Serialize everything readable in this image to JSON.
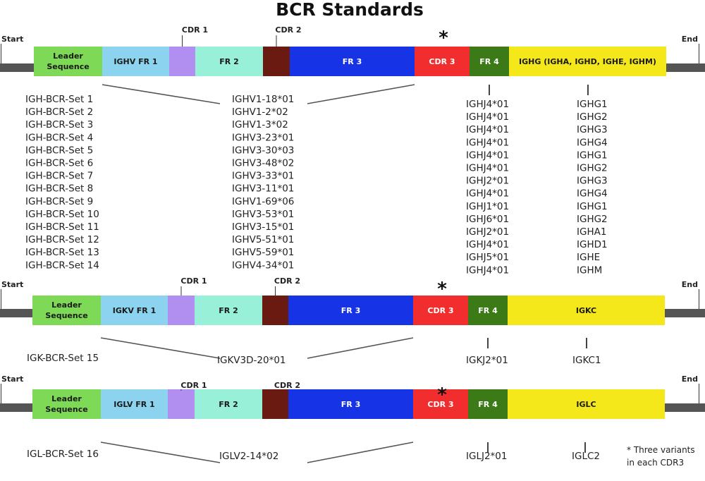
{
  "title": "BCR Standards",
  "start_label": "Start",
  "end_label": "End",
  "cdr1_label": "CDR 1",
  "cdr2_label": "CDR 2",
  "asterisk": "*",
  "footnote": [
    "* Three variants",
    "in each CDR3"
  ],
  "colors": {
    "leader": "#7ed957",
    "fr1": "#8cd3f0",
    "cdr1": "#b08ff0",
    "fr2": "#98f0d8",
    "cdr2": "#6b1a12",
    "fr3": "#1733e6",
    "cdr3": "#f22d2d",
    "fr4": "#3b7a17",
    "constant": "#f5e81a",
    "line": "#555555"
  },
  "constructs": [
    {
      "segments": {
        "leader": "Leader Sequence",
        "fr1": "IGHV FR 1",
        "fr2": "FR 2",
        "fr3": "FR 3",
        "cdr3": "CDR 3",
        "fr4": "FR 4",
        "constant": "IGHG (IGHA, IGHD, IGHE, IGHM)"
      },
      "sets": [
        "IGH-BCR-Set 1",
        "IGH-BCR-Set 2",
        "IGH-BCR-Set 3",
        "IGH-BCR-Set 4",
        "IGH-BCR-Set 5",
        "IGH-BCR-Set 6",
        "IGH-BCR-Set 7",
        "IGH-BCR-Set 8",
        "IGH-BCR-Set 9",
        "IGH-BCR-Set 10",
        "IGH-BCR-Set 11",
        "IGH-BCR-Set 12",
        "IGH-BCR-Set 13",
        "IGH-BCR-Set 14"
      ],
      "v_genes": [
        "IGHV1-18*01",
        "IGHV1-2*02",
        "IGHV1-3*02",
        "IGHV3-23*01",
        "IGHV3-30*03",
        "IGHV3-48*02",
        "IGHV3-33*01",
        "IGHV3-11*01",
        "IGHV1-69*06",
        "IGHV3-53*01",
        "IGHV3-15*01",
        "IGHV5-51*01",
        "IGHV5-59*01",
        "IGHV4-34*01"
      ],
      "j_genes": [
        "IGHJ4*01",
        "IGHJ4*01",
        "IGHJ4*01",
        "IGHJ4*01",
        "IGHJ4*01",
        "IGHJ4*01",
        "IGHJ2*01",
        "IGHJ4*01",
        "IGHJ1*01",
        "IGHJ6*01",
        "IGHJ2*01",
        "IGHJ4*01",
        "IGHJ5*01",
        "IGHJ4*01"
      ],
      "c_genes": [
        "IGHG1",
        "IGHG2",
        "IGHG3",
        "IGHG4",
        "IGHG1",
        "IGHG2",
        "IGHG3",
        "IGHG4",
        "IGHG1",
        "IGHG2",
        "IGHA1",
        "IGHD1",
        "IGHE",
        "IGHM"
      ]
    },
    {
      "segments": {
        "leader": "Leader Sequence",
        "fr1": "IGKV FR 1",
        "fr2": "FR 2",
        "fr3": "FR 3",
        "cdr3": "CDR 3",
        "fr4": "FR 4",
        "constant": "IGKC"
      },
      "sets": [
        "IGK-BCR-Set 15"
      ],
      "v_genes": [
        "IGKV3D-20*01"
      ],
      "j_genes": [
        "IGKJ2*01"
      ],
      "c_genes": [
        "IGKC1"
      ]
    },
    {
      "segments": {
        "leader": "Leader Sequence",
        "fr1": "IGLV FR 1",
        "fr2": "FR 2",
        "fr3": "FR 3",
        "cdr3": "CDR 3",
        "fr4": "FR 4",
        "constant": "IGLC"
      },
      "sets": [
        "IGL-BCR-Set 16"
      ],
      "v_genes": [
        "IGLV2-14*02"
      ],
      "j_genes": [
        "IGLJ2*01"
      ],
      "c_genes": [
        "IGLC2"
      ]
    }
  ]
}
